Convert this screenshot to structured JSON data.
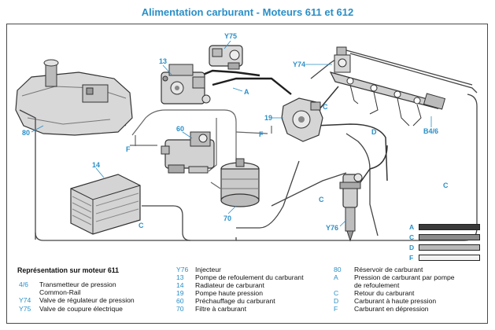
{
  "title": "Alimentation carburant - Moteurs 611 et 612",
  "callouts": {
    "y75": "Y75",
    "y74": "Y74",
    "n13": "13",
    "n19": "19",
    "n60": "60",
    "n14": "14",
    "n70": "70",
    "n80": "80",
    "y76": "Y76",
    "b46": "B4/6",
    "a": "A",
    "c1": "C",
    "c2": "C",
    "c3": "C",
    "c4": "C",
    "d": "D",
    "f1": "F",
    "f2": "F"
  },
  "line_key": [
    {
      "letter": "A",
      "color": "#3a3a3a"
    },
    {
      "letter": "C",
      "color": "#8a8a8a"
    },
    {
      "letter": "D",
      "color": "#b8b8b8"
    },
    {
      "letter": "F",
      "color": "#f2f2f2"
    }
  ],
  "legend": {
    "rep_title": "Représentation sur moteur 611",
    "col1": [
      {
        "code": "4/6",
        "text": "Transmetteur de pression",
        "text2": "Common-Rail"
      },
      {
        "code": "Y74",
        "text": "Valve de régulateur de pression"
      },
      {
        "code": "Y75",
        "text": "Valve de coupure électrique"
      }
    ],
    "col2": [
      {
        "code": "Y76",
        "text": "Injecteur"
      },
      {
        "code": "13",
        "text": "Pompe de refoulement du carburant"
      },
      {
        "code": "14",
        "text": "Radiateur de carburant"
      },
      {
        "code": "19",
        "text": "Pompe haute pression"
      },
      {
        "code": "60",
        "text": "Préchauffage du carburant"
      },
      {
        "code": "70",
        "text": "Filtre à carburant"
      }
    ],
    "col3": [
      {
        "code": "80",
        "text": "Réservoir de carburant"
      },
      {
        "code": "A",
        "text": "Pression de carburant par pompe",
        "text2": "de refoulement"
      },
      {
        "code": "C",
        "text": "Retour du carburant"
      },
      {
        "code": "D",
        "text": "Carburant à haute pression"
      },
      {
        "code": "F",
        "text": "Carburant en dépression"
      }
    ]
  }
}
